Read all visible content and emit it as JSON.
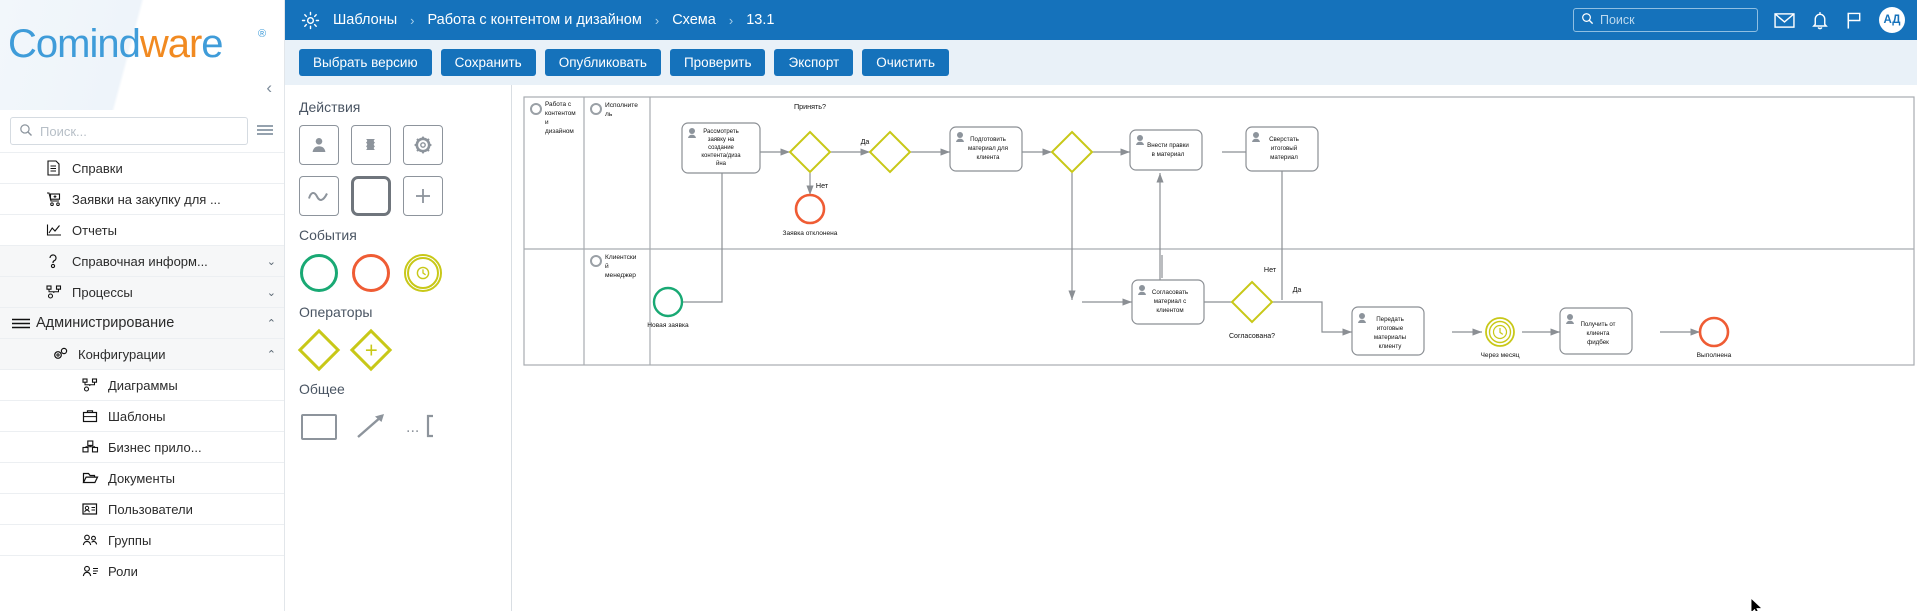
{
  "brand": {
    "name_part1": "Comind",
    "name_part2": "war",
    "name_part3": "e",
    "registered": "®"
  },
  "sidebar": {
    "search_placeholder": "Поиск...",
    "search_value": "",
    "items": [
      {
        "label": "Справки",
        "icon": "document-icon",
        "level": 1,
        "chevron": ""
      },
      {
        "label": "Заявки на закупку для ...",
        "icon": "cart-plus-icon",
        "level": 1,
        "chevron": ""
      },
      {
        "label": "Отчеты",
        "icon": "chart-icon",
        "level": 1,
        "chevron": ""
      },
      {
        "label": "Справочная информ...",
        "icon": "help-icon",
        "level": 1,
        "chevron": "⌄"
      },
      {
        "label": "Процессы",
        "icon": "process-icon",
        "level": 1,
        "chevron": "⌄"
      },
      {
        "label": "Администрирование",
        "icon": "menu-icon",
        "level": 0,
        "chevron": "⌃"
      },
      {
        "label": "Конфигурации",
        "icon": "gears-icon",
        "level": 2,
        "chevron": "⌃"
      },
      {
        "label": "Диаграммы",
        "icon": "diagram-icon",
        "level": 3,
        "chevron": ""
      },
      {
        "label": "Шаблоны",
        "icon": "briefcase-icon",
        "level": 3,
        "chevron": ""
      },
      {
        "label": "Бизнес прило...",
        "icon": "blocks-icon",
        "level": 3,
        "chevron": ""
      },
      {
        "label": "Документы",
        "icon": "folder-icon",
        "level": 3,
        "chevron": ""
      },
      {
        "label": "Пользователи",
        "icon": "users-icon",
        "level": 3,
        "chevron": ""
      },
      {
        "label": "Группы",
        "icon": "group-icon",
        "level": 3,
        "chevron": ""
      },
      {
        "label": "Роли",
        "icon": "roles-icon",
        "level": 3,
        "chevron": ""
      }
    ]
  },
  "topbar": {
    "gear_icon": "gear-icon",
    "breadcrumbs": [
      "Шаблоны",
      "Работа с контентом и дизайном",
      "Схема",
      "13.1"
    ],
    "separator": "›",
    "search_placeholder": "Поиск",
    "search_value": "",
    "icons": [
      "mail-icon",
      "bell-icon",
      "flag-icon"
    ],
    "avatar_initials": "АД",
    "accent_color": "#1572bb"
  },
  "toolbar": {
    "buttons": [
      "Выбрать версию",
      "Сохранить",
      "Опубликовать",
      "Проверить",
      "Экспорт",
      "Очистить"
    ]
  },
  "palette": {
    "sections": [
      {
        "title": "Действия",
        "items": [
          {
            "name": "user-task-tool",
            "glyph": "person"
          },
          {
            "name": "script-task-tool",
            "glyph": "script"
          },
          {
            "name": "service-task-tool",
            "glyph": "gear"
          },
          {
            "name": "manual-task-tool",
            "glyph": "wave"
          },
          {
            "name": "call-activity-tool",
            "glyph": "thick-square"
          },
          {
            "name": "subprocess-tool",
            "glyph": "plus"
          }
        ]
      },
      {
        "title": "События",
        "items": [
          {
            "name": "start-event-tool",
            "glyph": "circle-green"
          },
          {
            "name": "end-event-tool",
            "glyph": "circle-red"
          },
          {
            "name": "timer-event-tool",
            "glyph": "circle-timer"
          }
        ]
      },
      {
        "title": "Операторы",
        "items": [
          {
            "name": "exclusive-gateway-tool",
            "glyph": "diamond"
          },
          {
            "name": "parallel-gateway-tool",
            "glyph": "diamond-plus"
          }
        ]
      },
      {
        "title": "Общее",
        "items": [
          {
            "name": "rectangle-tool",
            "glyph": "rect"
          },
          {
            "name": "arrow-tool",
            "glyph": "arrow"
          },
          {
            "name": "annotation-tool",
            "glyph": "annotation"
          }
        ]
      }
    ]
  },
  "diagram": {
    "pool_label": "Работа с контентом и дизайном",
    "lanes": [
      "Исполнитель",
      "Клиентский менеджер"
    ],
    "tasks": [
      {
        "id": "t1",
        "label": "Рассмотреть заявку на создание контента/дизайна"
      },
      {
        "id": "t2",
        "label": "Подготовить материал для клиента"
      },
      {
        "id": "t3",
        "label": "Внести правки в материал"
      },
      {
        "id": "t4",
        "label": "Сверстать итоговый материал"
      },
      {
        "id": "t5",
        "label": "Согласовать материал с клиентом"
      },
      {
        "id": "t6",
        "label": "Передать итоговые материалы клиенту"
      },
      {
        "id": "t7",
        "label": "Получить от клиента фидбек"
      }
    ],
    "gateways": [
      {
        "id": "g1",
        "label": "Принять?"
      },
      {
        "id": "g2",
        "label": ""
      },
      {
        "id": "g3",
        "label": ""
      },
      {
        "id": "g4",
        "label": "Согласована?"
      }
    ],
    "events": [
      {
        "id": "e1",
        "label": "Заявка отклонена",
        "type": "end"
      },
      {
        "id": "e2",
        "label": "Новая заявка",
        "type": "start"
      },
      {
        "id": "e3",
        "label": "Через месяц",
        "type": "timer"
      },
      {
        "id": "e4",
        "label": "Выполнена",
        "type": "end"
      }
    ],
    "flow_labels": {
      "yes": "Да",
      "no": "Нет",
      "yes2": "Да",
      "no2": "Нет"
    }
  }
}
